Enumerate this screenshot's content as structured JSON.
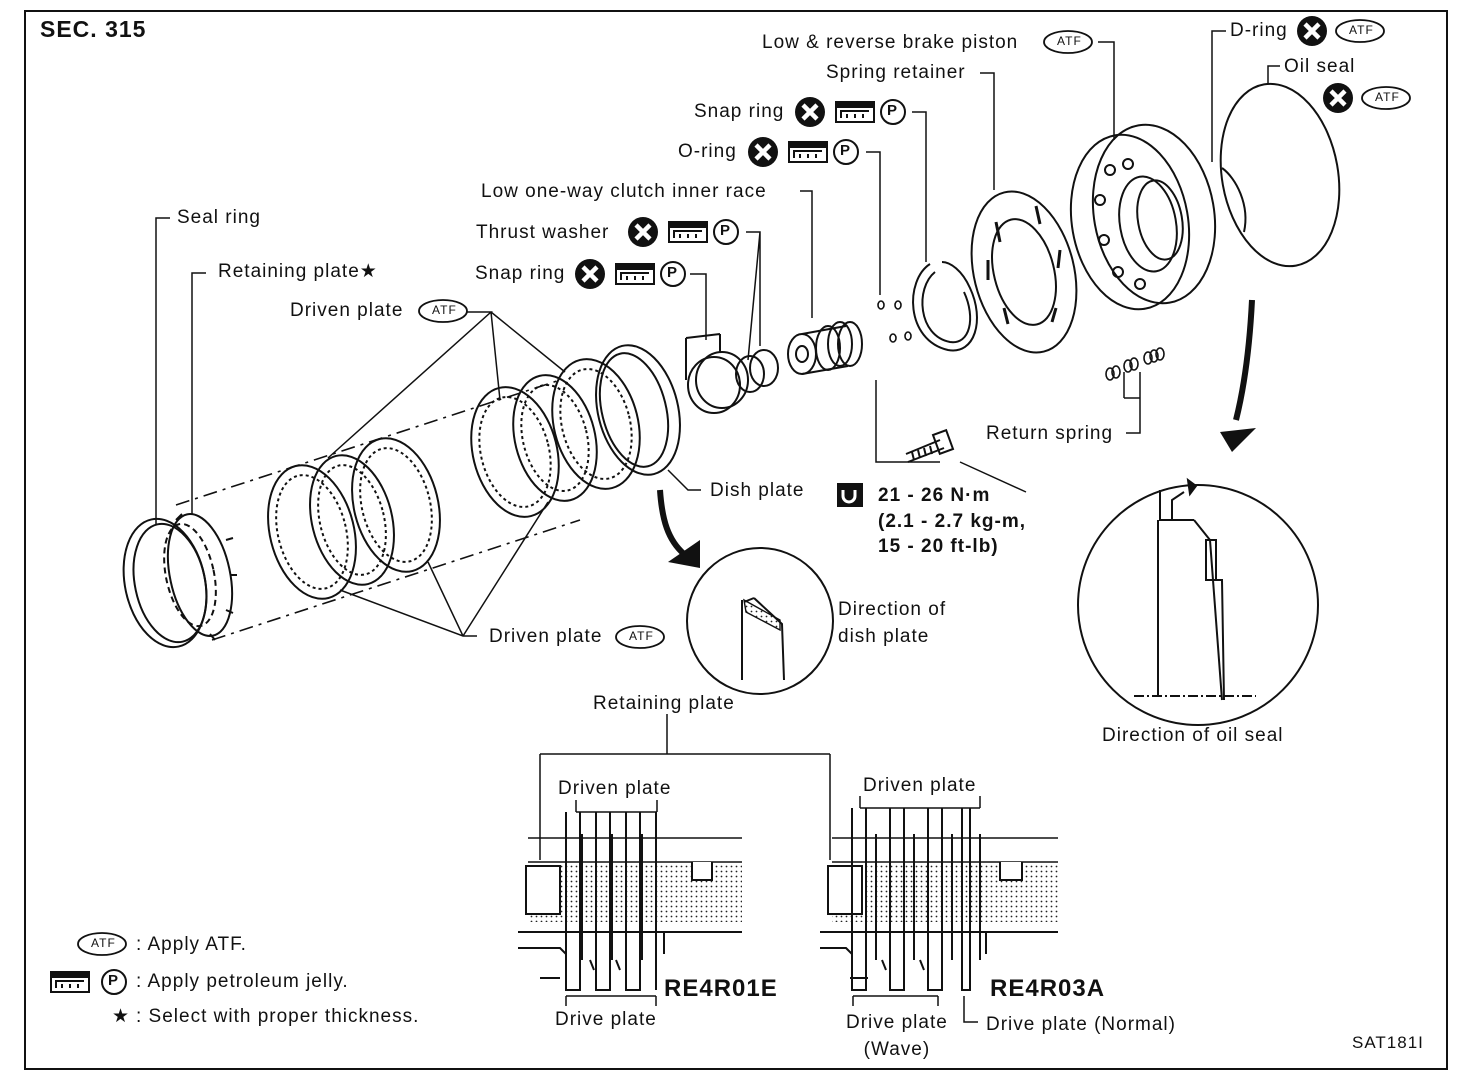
{
  "section": "SEC. 315",
  "figure_code": "SAT181I",
  "labels": {
    "low_reverse_brake_piston": "Low & reverse brake piston",
    "spring_retainer": "Spring retainer",
    "d_ring": "D-ring",
    "oil_seal": "Oil seal",
    "snap_ring_upper": "Snap ring",
    "o_ring": "O-ring",
    "low_one_way_clutch_inner_race": "Low one-way clutch inner race",
    "thrust_washer": "Thrust washer",
    "snap_ring_lower": "Snap ring",
    "seal_ring": "Seal ring",
    "retaining_plate_star": "Retaining plate★",
    "driven_plate_top": "Driven plate",
    "driven_plate_bottom": "Driven plate",
    "dish_plate": "Dish plate",
    "return_spring": "Return spring",
    "direction_of_dish_plate": "Direction of\ndish plate",
    "direction_of_oil_seal": "Direction of oil seal",
    "retaining_plate": "Retaining plate",
    "driven_plate_left": "Driven plate",
    "driven_plate_right": "Driven plate",
    "drive_plate_left": "Drive plate",
    "drive_plate_wave": "Drive plate\n(Wave)",
    "drive_plate_normal": "Drive plate (Normal)",
    "model_left": "RE4R01E",
    "model_right": "RE4R03A"
  },
  "torque": "21 - 26 N·m\n(2.1 - 2.7 kg-m,\n15 - 20 ft-lb)",
  "badges": {
    "atf": "ATF",
    "p": "P"
  },
  "legend": [
    {
      "symbols": "atf",
      "text": ": Apply ATF."
    },
    {
      "symbols": "jelly",
      "text": ": Apply petroleum jelly."
    },
    {
      "symbols": "star",
      "star": "★",
      "text": ": Select with proper thickness."
    }
  ]
}
